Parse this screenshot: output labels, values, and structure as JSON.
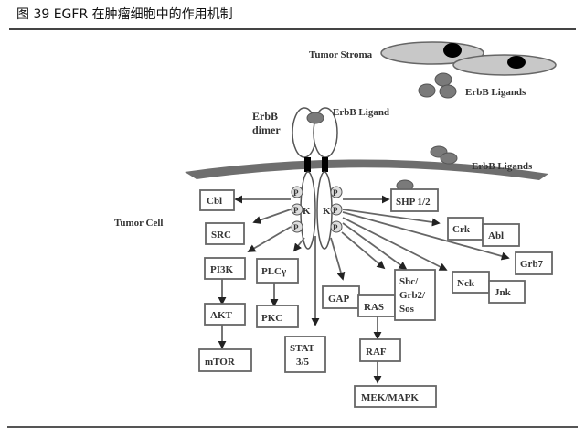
{
  "figure": {
    "title": "图 39 EGFR 在肿瘤细胞中的作用机制"
  },
  "labels": {
    "tumor_stroma": "Tumor Stroma",
    "erbb_ligands_top": "ErbB Ligands",
    "erbb_dimer_line1": "ErbB",
    "erbb_dimer_line2": "dimer",
    "erbb_ligand": "ErbB Ligand",
    "erbb_ligands_right": "ErbB Ligands",
    "tumor_cell": "Tumor Cell",
    "phospho": "P",
    "kinase": "K"
  },
  "nodes": {
    "cbl": "Cbl",
    "src": "SRC",
    "pi3k": "PI3K",
    "akt": "AKT",
    "mtor": "mTOR",
    "plcg": "PLCγ",
    "pkc": "PKC",
    "stat_line1": "STAT",
    "stat_line2": "3/5",
    "gap": "GAP",
    "ras": "RAS",
    "shc_line1": "Shc/",
    "shc_line2": "Grb2/",
    "shc_line3": "Sos",
    "raf": "RAF",
    "mek": "MEK/MAPK",
    "shp": "SHP 1/2",
    "crk": "Crk",
    "abl": "Abl",
    "grb7": "Grb7",
    "nck": "Nck",
    "jnk": "Jnk"
  },
  "colors": {
    "membrane": "#6e6e6e",
    "stroma_cell": "#c8c8c8",
    "ligand": "#7a7a7a",
    "transmembrane": "#000000"
  }
}
